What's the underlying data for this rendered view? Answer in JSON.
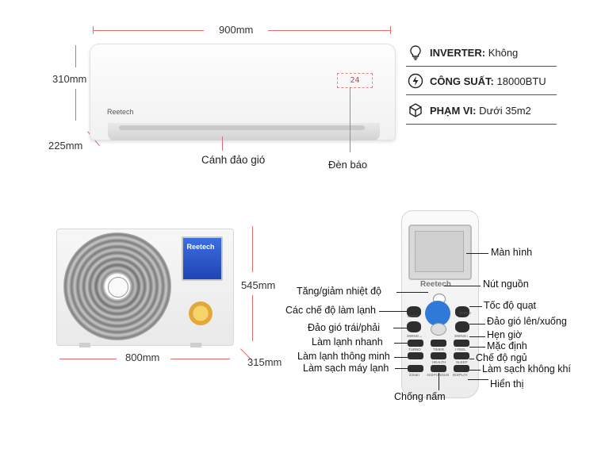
{
  "indoor": {
    "width_label": "900mm",
    "height_label": "310mm",
    "depth_label": "225mm",
    "brand": "Reetech",
    "display_value": "24",
    "louver_label": "Cánh đảo gió",
    "indicator_label": "Đèn báo"
  },
  "specs": [
    {
      "icon": "lightbulb-icon",
      "label": "INVERTER:",
      "value": "Không"
    },
    {
      "icon": "lightning-icon",
      "label": "CÔNG SUẤT:",
      "value": "18000BTU"
    },
    {
      "icon": "cube-icon",
      "label": "PHẠM VI:",
      "value": "Dưới 35m2"
    }
  ],
  "outdoor": {
    "brand": "Reetech",
    "width_label": "800mm",
    "height_label": "545mm",
    "depth_label": "315mm"
  },
  "remote": {
    "brand": "Reetech",
    "left_labels": {
      "temp": "Tăng/giảm nhiệt độ",
      "modes": "Các chế độ làm lạnh",
      "swing_lr": "Đảo gió trái/phải",
      "turbo": "Làm lạnh nhanh",
      "smart": "Làm lạnh thông minh",
      "clean": "Làm sạch máy lạnh"
    },
    "right_labels": {
      "screen": "Màn hình",
      "power": "Nút nguồn",
      "speed": "Tốc độ quạt",
      "swing_ud": "Đảo gió lên/xuống",
      "timer": "Hẹn giờ",
      "default": "Mặc định",
      "sleep": "Chế độ ngủ",
      "air_clean": "Làm sạch không khí",
      "display": "Hiển thị"
    },
    "bottom_label": "Chống nấm",
    "button_tags": [
      "MODE",
      "SPEED",
      "SWING↔",
      "SWING↕",
      "TURBO",
      "TIMER",
      "I FEEL",
      "HEALTH",
      "SLEEP",
      "iClean",
      "Anti-FUNGUS",
      "DISPLAY"
    ]
  }
}
